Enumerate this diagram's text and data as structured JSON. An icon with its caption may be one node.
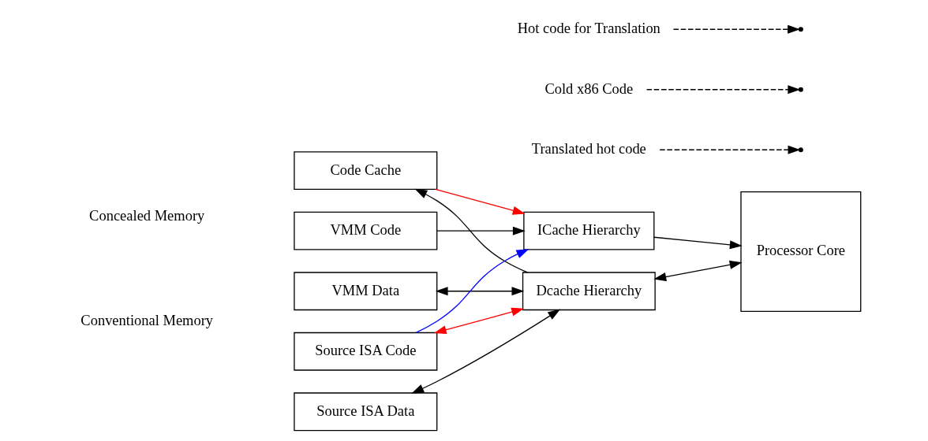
{
  "diagram": {
    "nodes": [
      {
        "text": [
          "Code Cache"
        ]
      },
      {
        "text": [
          "VMM Code"
        ]
      },
      {
        "text": [
          "VMM Data"
        ]
      },
      {
        "text": [
          "Source ISA Code"
        ]
      },
      {
        "text": [
          "Source ISA Data"
        ]
      },
      {
        "text": [
          "ICache Hierarchy"
        ]
      },
      {
        "text": [
          "Dcache Hierarchy"
        ]
      },
      {
        "text": [
          "Processor Core"
        ]
      },
      {
        "text": [
          "Translated hot code"
        ]
      },
      {
        "text": [
          "Cold x86 Code"
        ]
      },
      {
        "text": [
          "Hot code for Translation"
        ]
      }
    ],
    "edges": [
      {
        "from": 0,
        "to": 5,
        "arrow": "to",
        "color": "#ff0000"
      },
      {
        "from": 1,
        "to": 5,
        "arrow": "to"
      },
      {
        "from": 3,
        "to": 5,
        "arrow": "to",
        "color": "#0000ff"
      },
      {
        "from": 6,
        "to": 0,
        "arrow": "to"
      },
      {
        "from": 2,
        "to": 6,
        "arrow": "both"
      },
      {
        "from": 3,
        "to": 6,
        "arrow": "both",
        "color": "#ff0000"
      },
      {
        "from": 4,
        "to": 6,
        "arrow": "both"
      },
      {
        "from": 5,
        "to": 7,
        "arrow": "to"
      },
      {
        "from": 6,
        "to": 7,
        "arrow": "both"
      },
      {
        "from": 8,
        "to": null,
        "arrow": "to",
        "style": "dashed"
      },
      {
        "from": 9,
        "to": null,
        "arrow": "to",
        "style": "dashed"
      },
      {
        "from": 10,
        "to": null,
        "arrow": "to",
        "style": "dashed"
      }
    ],
    "labels": [
      "Concealed Memory",
      "Conventional Memory"
    ]
  }
}
